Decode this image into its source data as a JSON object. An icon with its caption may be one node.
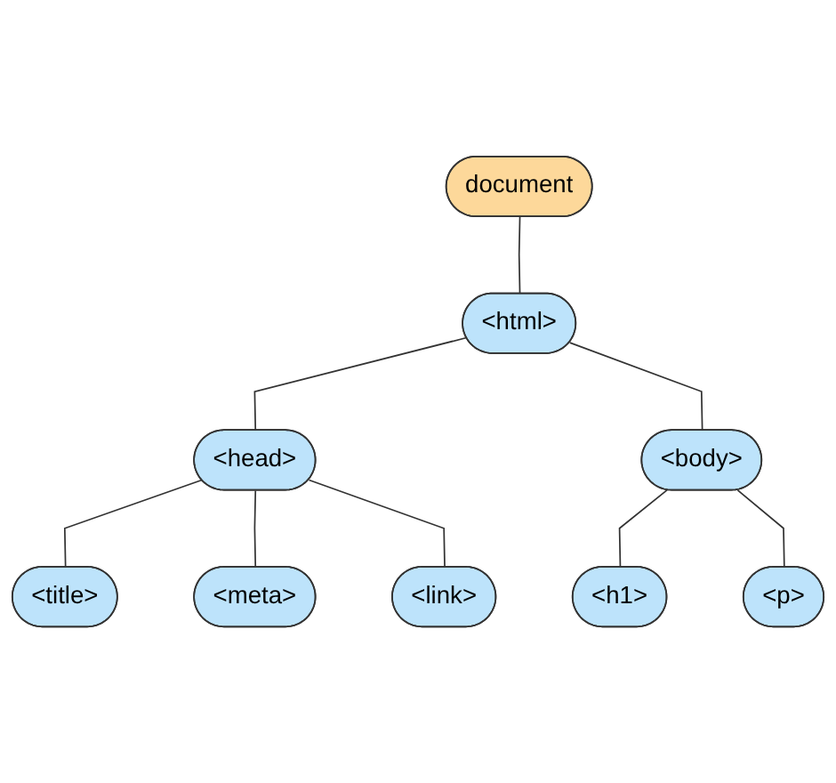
{
  "diagram": {
    "nodes": [
      {
        "text": [
          "document"
        ]
      },
      {
        "text": [
          "<html>"
        ]
      },
      {
        "text": [
          "<head>"
        ]
      },
      {
        "text": [
          "<body>"
        ]
      },
      {
        "text": [
          "<title>"
        ]
      },
      {
        "text": [
          "<meta>"
        ]
      },
      {
        "text": [
          "<link>"
        ]
      },
      {
        "text": [
          "<h1>"
        ]
      },
      {
        "text": [
          "<p>"
        ]
      }
    ],
    "edges": [
      {
        "from": 0,
        "to": 1,
        "arrow": "none"
      },
      {
        "from": 1,
        "to": 2,
        "arrow": "none"
      },
      {
        "from": 1,
        "to": 3,
        "arrow": "none"
      },
      {
        "from": 2,
        "to": 4,
        "arrow": "none"
      },
      {
        "from": 2,
        "to": 5,
        "arrow": "none"
      },
      {
        "from": 2,
        "to": 6,
        "arrow": "none"
      },
      {
        "from": 3,
        "to": 7,
        "arrow": "none"
      },
      {
        "from": 3,
        "to": 8,
        "arrow": "none"
      }
    ]
  }
}
